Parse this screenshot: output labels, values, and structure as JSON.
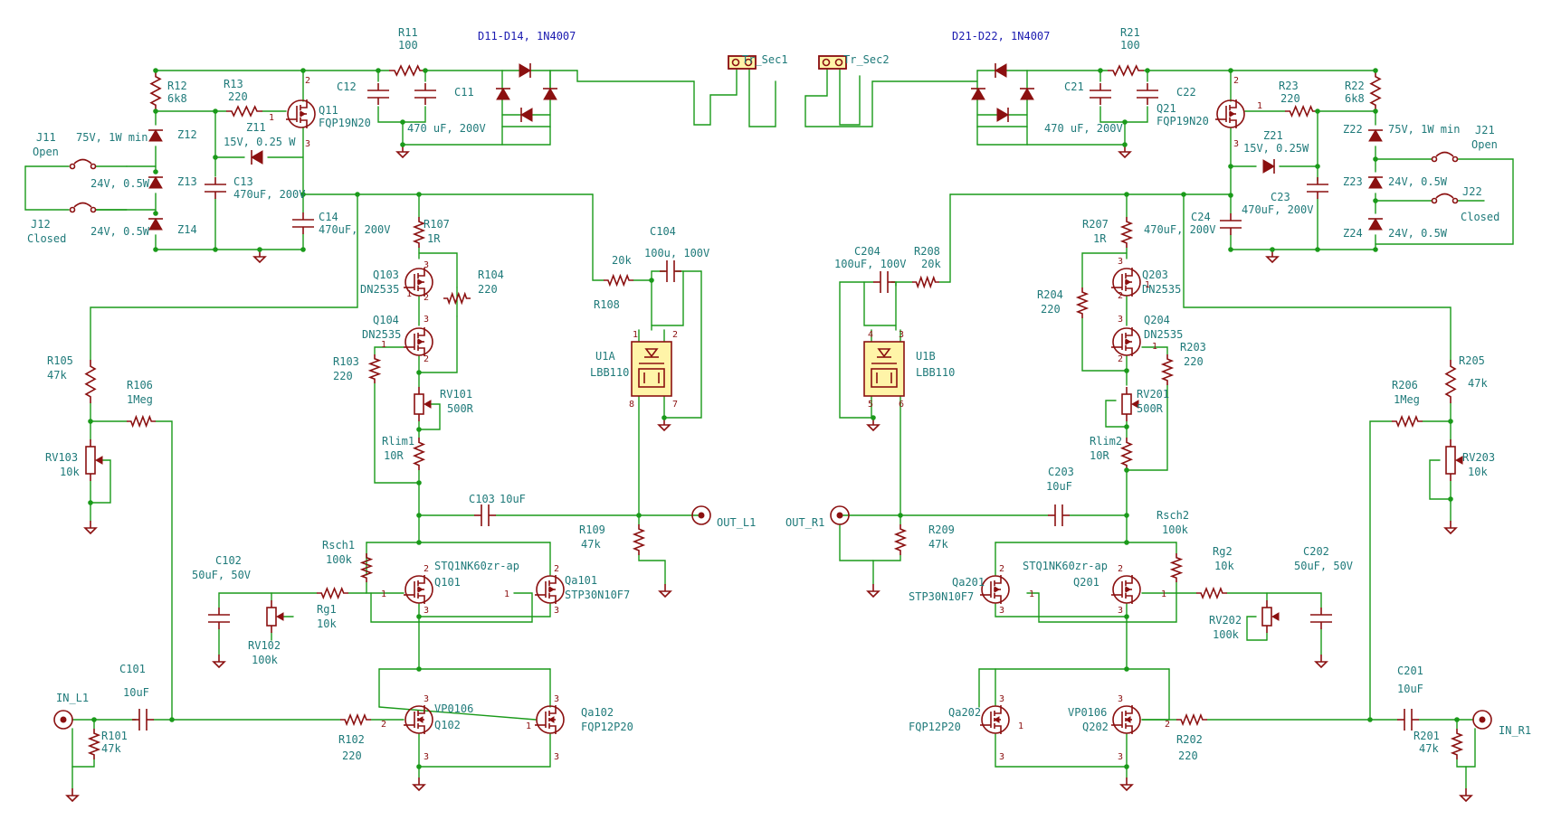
{
  "labels": {
    "D11_D14": "D11-D14, 1N4007",
    "D21_D22": "D21-D22, 1N4007",
    "Tr_Sec1": "Tr_Sec1",
    "Tr_Sec2": "Tr_Sec2",
    "R11": "R11",
    "R11v": "100",
    "R21": "R21",
    "R21v": "100",
    "C11": "C11",
    "C12": "C12",
    "C11v": "470 uF, 200V",
    "C21": "C21",
    "C22": "C22",
    "C21v": "470 uF, 200V",
    "R12": "R12",
    "R12v": "6k8",
    "R13": "R13",
    "R13v": "220",
    "Q11": "Q11",
    "Q11v": "FQP19N20",
    "Z11": "Z11",
    "Z11v": "15V, 0.25 W",
    "J11": "J11",
    "J11v": "Open",
    "Z12": "Z12",
    "Z12v": "75V, 1W min",
    "Z13": "Z13",
    "Z13v": "24V, 0.5W",
    "Z14": "Z14",
    "Z14v": "24V, 0.5W",
    "J12": "J12",
    "J12v": "Closed",
    "C13": "C13",
    "C13v": "470uF, 200V",
    "C14": "C14",
    "C14v": "470uF, 200V",
    "R22": "R22",
    "R22v": "6k8",
    "R23": "R23",
    "R23v": "220",
    "Q21": "Q21",
    "Q21v": "FQP19N20",
    "Z21": "Z21",
    "Z21v": "15V, 0.25W",
    "J21": "J21",
    "J21v": "Open",
    "Z22": "Z22",
    "Z22v": "75V, 1W min",
    "Z23": "Z23",
    "Z23v": "24V, 0.5W",
    "Z24": "Z24",
    "Z24v": "24V, 0.5W",
    "J22": "J22",
    "J22v": "Closed",
    "C23": "C23",
    "C23v": "470uF, 200V",
    "C24": "C24",
    "C24v": "470uF, 200V",
    "R107": "R107",
    "R107v": "1R",
    "Q103": "Q103",
    "Q103v": "DN2535",
    "R104": "R104",
    "R104v": "220",
    "Q104": "Q104",
    "Q104v": "DN2535",
    "R103": "R103",
    "R103v": "220",
    "RV101": "RV101",
    "RV101v": "500R",
    "Rlim1": "Rlim1",
    "Rlim1v": "10R",
    "R105": "R105",
    "R105v": "47k",
    "R106": "R106",
    "R106v": "1Meg",
    "RV103": "RV103",
    "RV103v": "10k",
    "R108": "R108",
    "R108v": "20k",
    "C104": "C104",
    "C104v": "100u, 100V",
    "U1A": "U1A",
    "U1Av": "LBB110",
    "C103": "C103",
    "C103v": "10uF",
    "R109": "R109",
    "R109v": "47k",
    "OUT_L1": "OUT_L1",
    "Rsch1": "Rsch1",
    "Rsch1v": "100k",
    "Q101": "Q101",
    "Q101v": "STQ1NK60zr-ap",
    "Qa101": "Qa101",
    "Qa101v": "STP30N10F7",
    "C102": "C102",
    "C102v": "50uF, 50V",
    "Rg1": "Rg1",
    "Rg1v": "10k",
    "RV102": "RV102",
    "RV102v": "100k",
    "C101": "C101",
    "C101v": "10uF",
    "IN_L1": "IN_L1",
    "R101": "R101",
    "R101v": "47k",
    "R102": "R102",
    "R102v": "220",
    "Q102": "Q102",
    "Q102v": "VP0106",
    "Qa102": "Qa102",
    "Qa102v": "FQP12P20",
    "R207": "R207",
    "R207v": "1R",
    "Q203": "Q203",
    "Q203v": "DN2535",
    "R204": "R204",
    "R204v": "220",
    "Q204": "Q204",
    "Q204v": "DN2535",
    "R203": "R203",
    "R203v": "220",
    "RV201": "RV201",
    "RV201v": "500R",
    "Rlim2": "Rlim2",
    "Rlim2v": "10R",
    "R205": "R205",
    "R205v": "47k",
    "R206": "R206",
    "R206v": "1Meg",
    "RV203": "RV203",
    "RV203v": "10k",
    "R208": "R208",
    "R208v": "20k",
    "C204": "C204",
    "C204v": "100uF, 100V",
    "U1B": "U1B",
    "U1Bv": "LBB110",
    "C203": "C203",
    "C203v": "10uF",
    "R209": "R209",
    "R209v": "47k",
    "OUT_R1": "OUT_R1",
    "Rsch2": "Rsch2",
    "Rsch2v": "100k",
    "Q201": "Q201",
    "Q201v": "STQ1NK60zr-ap",
    "Qa201": "Qa201",
    "Qa201v": "STP30N10F7",
    "C202": "C202",
    "C202v": "50uF, 50V",
    "Rg2": "Rg2",
    "Rg2v": "10k",
    "RV202": "RV202",
    "RV202v": "100k",
    "C201": "C201",
    "C201v": "10uF",
    "IN_R1": "IN_R1",
    "R201": "R201",
    "R201v": "47k",
    "R202": "R202",
    "R202v": "220",
    "Q202": "Q202",
    "Q202v": "VP0106",
    "Qa202": "Qa202",
    "Qa202v": "FQP12P20"
  },
  "pins": {
    "p1": "1",
    "p2": "2",
    "p3": "3",
    "p4": "4",
    "p5": "5",
    "p6": "6",
    "p7": "7",
    "p8": "8"
  },
  "colors": {
    "wire": "#1a9a1a",
    "component": "#8b1010",
    "label": "#1f7a7a",
    "title": "#1b1bb0",
    "optocoupler": "#fff4a8"
  }
}
